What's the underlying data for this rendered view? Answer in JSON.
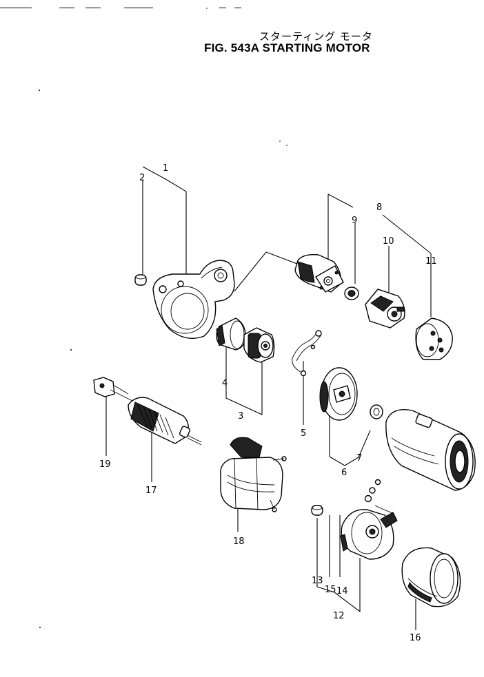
{
  "title_jp": "スターティング モータ",
  "title_en": "FIG. 543A  STARTING  MOTOR",
  "callouts": [
    "1",
    "2",
    "3",
    "4",
    "5",
    "6",
    "7",
    "8",
    "9",
    "10",
    "11",
    "12",
    "13",
    "14",
    "15",
    "16",
    "17",
    "18",
    "19"
  ],
  "colors": {
    "ink": "#000000",
    "paper": "#ffffff"
  }
}
